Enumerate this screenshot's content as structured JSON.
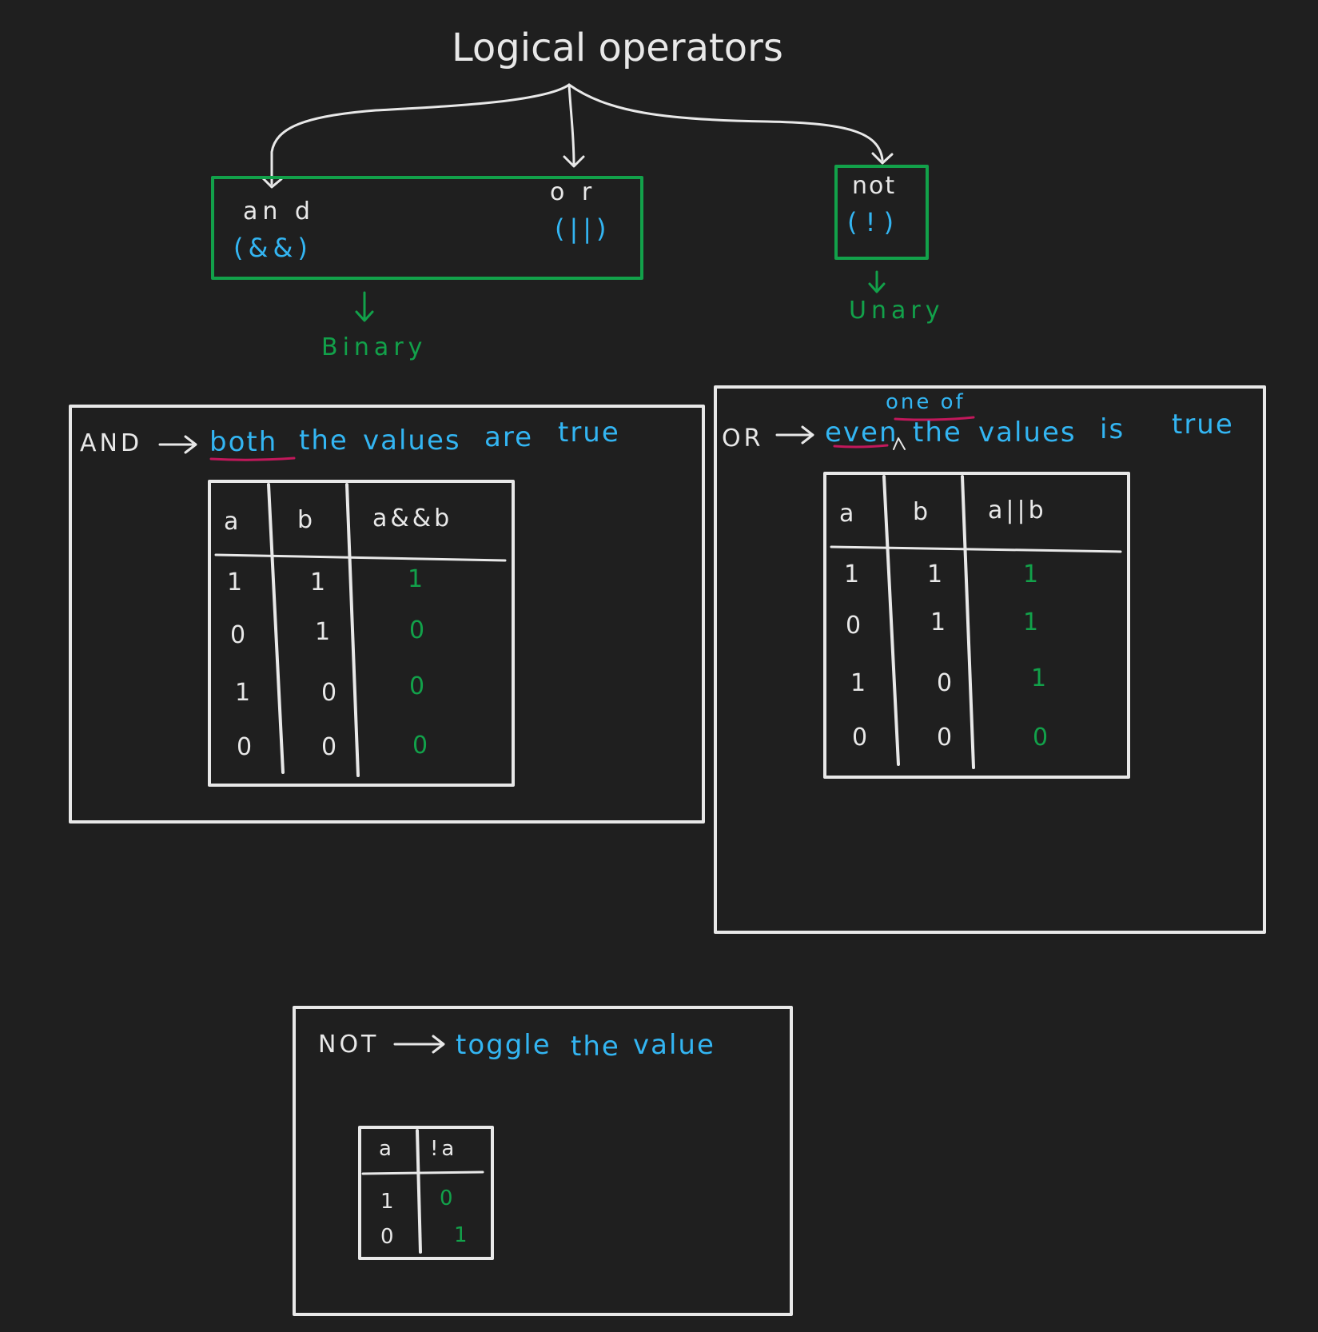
{
  "title": "Logical operators",
  "operators": {
    "and": {
      "name": "an d",
      "symbol": "(&&)"
    },
    "or": {
      "name": "o r",
      "symbol": "(||)"
    },
    "not": {
      "name": "not",
      "symbol": "( ! )"
    }
  },
  "labels": {
    "binary": "Binary",
    "unary": "Unary"
  },
  "and_section": {
    "operator": "AND",
    "description": [
      "both",
      "the",
      "values",
      "are",
      "true"
    ],
    "table": {
      "headers": [
        "a",
        "b",
        "a&&b"
      ],
      "rows": [
        [
          "1",
          "1",
          "1"
        ],
        [
          "0",
          "1",
          "0"
        ],
        [
          "1",
          "0",
          "0"
        ],
        [
          "0",
          "0",
          "0"
        ]
      ]
    }
  },
  "or_section": {
    "operator": "OR",
    "description": [
      "even",
      "the",
      "values",
      "is",
      "true"
    ],
    "insertion": "one of",
    "table": {
      "headers": [
        "a",
        "b",
        "a||b"
      ],
      "rows": [
        [
          "1",
          "1",
          "1"
        ],
        [
          "0",
          "1",
          "1"
        ],
        [
          "1",
          "0",
          "1"
        ],
        [
          "0",
          "0",
          "0"
        ]
      ]
    }
  },
  "not_section": {
    "operator": "NOT",
    "description": [
      "toggle",
      "the",
      "value"
    ],
    "table": {
      "headers": [
        "a",
        "!a"
      ],
      "rows": [
        [
          "1",
          "0"
        ],
        [
          "0",
          "1"
        ]
      ]
    }
  },
  "colors": {
    "background": "#1f1f1f",
    "ink": "#e8e8e8",
    "blue": "#33b5f2",
    "green": "#12a14a",
    "underline": "#c2185b"
  }
}
